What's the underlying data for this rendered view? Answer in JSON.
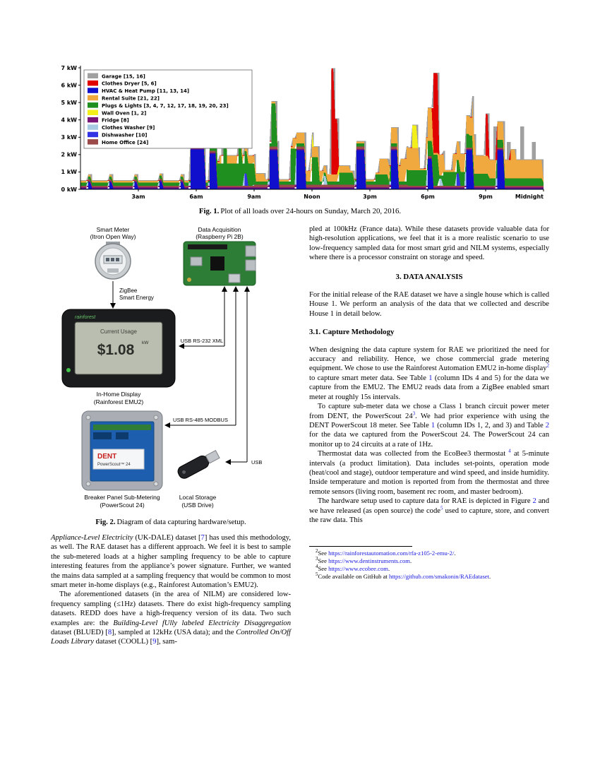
{
  "fig1": {
    "caption_label": "Fig. 1.",
    "caption_text": "Plot of all loads over 24-hours on Sunday, March 20, 2016."
  },
  "chart_data": {
    "type": "area",
    "stacked": true,
    "title": "",
    "xlabel": "",
    "ylabel": "",
    "x_unit": "hour of day",
    "xlim": [
      0,
      24
    ],
    "ylim": [
      0,
      7
    ],
    "grid": false,
    "legend_position": "upper-left",
    "ytick_labels": [
      "0 kW",
      "1 kW",
      "2 kW",
      "3 kW",
      "4 kW",
      "5 kW",
      "6 kW",
      "7 kW"
    ],
    "xticks": [
      {
        "h": 3,
        "label": "3am"
      },
      {
        "h": 6,
        "label": "6am"
      },
      {
        "h": 9,
        "label": "9am"
      },
      {
        "h": 12,
        "label": "Noon"
      },
      {
        "h": 15,
        "label": "3pm"
      },
      {
        "h": 18,
        "label": "6pm"
      },
      {
        "h": 21,
        "label": "9pm"
      },
      {
        "h": 24,
        "label": "Midnight"
      }
    ],
    "series": [
      {
        "name": "Garage [15, 16]",
        "color": "#a0a0a0",
        "base": 0.03,
        "segments": [
          [
            21.4,
            21.6,
            1.9
          ],
          [
            22.1,
            22.3,
            1.0
          ],
          [
            22.8,
            23.0,
            1.9
          ],
          [
            23.4,
            23.6,
            1.0
          ]
        ]
      },
      {
        "name": "Clothes Dryer [5, 6]",
        "color": "#e00000",
        "base": 0,
        "segments": [
          [
            6.0,
            6.2,
            1.3
          ],
          [
            12.95,
            13.2,
            6.1
          ],
          [
            13.2,
            13.35,
            3.2
          ],
          [
            18.3,
            18.55,
            4.6
          ],
          [
            20.95,
            21.15,
            2.4
          ]
        ]
      },
      {
        "name": "HVAC & Heat Pump [11, 13, 14]",
        "color": "#1010cc",
        "base": 0.05,
        "segments": [
          [
            0.35,
            0.55,
            0.35
          ],
          [
            1.5,
            1.7,
            0.35
          ],
          [
            2.75,
            2.95,
            0.35
          ],
          [
            4.05,
            4.3,
            0.4
          ],
          [
            5.2,
            5.4,
            0.35
          ],
          [
            5.65,
            6.45,
            2.25
          ],
          [
            6.7,
            7.1,
            2.0
          ],
          [
            9.75,
            10.25,
            2.2
          ],
          [
            11.2,
            11.65,
            2.2
          ],
          [
            14.3,
            14.75,
            2.2
          ],
          [
            16.1,
            16.45,
            2.2
          ],
          [
            18.0,
            18.3,
            1.7
          ],
          [
            19.95,
            20.35,
            2.2
          ],
          [
            21.6,
            21.95,
            2.2
          ]
        ]
      },
      {
        "name": "Rental Suite [21, 22]",
        "color": "#efa93f",
        "base": 0.1,
        "segments": [
          [
            7.2,
            9.6,
            0.35
          ],
          [
            11.0,
            12.6,
            0.5
          ],
          [
            12.6,
            14.0,
            0.3
          ],
          [
            15.5,
            16.6,
            0.8
          ],
          [
            16.6,
            17.6,
            1.2
          ],
          [
            17.9,
            18.3,
            1.8
          ],
          [
            18.55,
            18.85,
            1.1
          ],
          [
            19.3,
            24.0,
            0.95
          ],
          [
            20.3,
            20.5,
            1.2
          ],
          [
            22.3,
            22.55,
            0.6
          ]
        ]
      },
      {
        "name": "Plugs & Lights [3, 4, 7, 12, 17, 18, 19, 20, 23]",
        "color": "#1f8f1f",
        "base": 0.18,
        "segments": [
          [
            6.9,
            9.1,
            1.1
          ],
          [
            7.35,
            7.6,
            4.9
          ],
          [
            8.15,
            8.4,
            1.2
          ],
          [
            9.9,
            10.2,
            2.3
          ],
          [
            10.9,
            11.15,
            1.9
          ],
          [
            12.0,
            12.35,
            1.4
          ],
          [
            13.4,
            14.2,
            0.5
          ],
          [
            15.3,
            16.0,
            0.4
          ],
          [
            16.9,
            18.25,
            0.7
          ],
          [
            18.3,
            18.55,
            1.6
          ],
          [
            18.8,
            20.2,
            0.6
          ],
          [
            20.2,
            21.2,
            0.5
          ],
          [
            21.2,
            24.0,
            0.25
          ]
        ]
      },
      {
        "name": "Wall Oven [1, 2]",
        "color": "#f2ef1a",
        "base": 0,
        "segments": [
          [
            11.9,
            12.05,
            0.8
          ],
          [
            17.15,
            17.45,
            1.3
          ]
        ]
      },
      {
        "name": "Fridge [8]",
        "color": "#7a1578",
        "base": 0.07,
        "segments": []
      },
      {
        "name": "Clothes Washer [9]",
        "color": "#a8cbe4",
        "base": 0,
        "segments": [
          [
            12.55,
            12.8,
            0.5
          ],
          [
            18.6,
            18.75,
            0.4
          ]
        ]
      },
      {
        "name": "Dishwasher [10]",
        "color": "#3333e6",
        "base": 0,
        "segments": [
          [
            8.45,
            8.7,
            0.7
          ],
          [
            19.5,
            19.7,
            0.7
          ]
        ]
      },
      {
        "name": "Home Office [24]",
        "color": "#9b4a4a",
        "base": 0.09,
        "segments": [
          [
            9.0,
            17.0,
            0.06
          ]
        ]
      }
    ],
    "stack_order": [
      2,
      6,
      9,
      8,
      7,
      4,
      3,
      5,
      1,
      0
    ]
  },
  "fig2": {
    "caption_label": "Fig. 2.",
    "caption_text": "Diagram of data capturing hardware/setup.",
    "diagram": {
      "smart_meter_label_1": "Smart Meter",
      "smart_meter_label_2": "(Itron Open Way)",
      "pi_label_1": "Data Acquisition",
      "pi_label_2": "(Raspberry Pi 2B)",
      "zigbee_label_1": "ZigBee",
      "zigbee_label_2": "Smart Energy",
      "emu2_brand": "rainforest",
      "emu2_screen_title": "Current Usage",
      "emu2_screen_value": "$1.08",
      "emu2_screen_unit": "kW",
      "emu2_label_1": "In-Home Display",
      "emu2_label_2": "(Rainforest EMU2)",
      "usb_rs232_label": "USB RS-232 XML",
      "usb_rs485_label": "USB RS-485 MODBUS",
      "usb_label": "USB",
      "powerscout_brand": "DENT",
      "powerscout_model": "PowerScout™ 24",
      "powerscout_label_1": "Breaker Panel Sub-Metering",
      "powerscout_label_2": "(PowerScout 24)",
      "usb_drive_label_1": "Local Storage",
      "usb_drive_label_2": "(USB Drive)"
    }
  },
  "columns": {
    "left": [
      {
        "type": "p",
        "indent": false,
        "runs": [
          {
            "t": "Appliance-Level Electricity",
            "style": "i"
          },
          {
            "t": " (UK-DALE) dataset ["
          },
          {
            "t": "7",
            "style": "link"
          },
          {
            "t": "] has used this methodology, as well. The RAE dataset has a different approach. We feel it is best to sample the sub-metered loads at a higher sampling frequency to be able to capture interesting features from the appliance’s power signature. Further, we wanted the mains data sampled at a sampling frequency that would be common to most smart meter in-home displays (e.g., Rainforest Automation’s EMU2)."
          }
        ]
      },
      {
        "type": "p",
        "indent": true,
        "runs": [
          {
            "t": "The aforementioned datasets (in the area of NILM) are considered low-frequency sampling (≤1Hz) datasets. There do exist high-frequency sampling datasets. REDD does have a high-frequency version of its data. Two such examples are: the "
          },
          {
            "t": "Building-Level fUlly labeled Electricity Disaggregation",
            "style": "i"
          },
          {
            "t": " dataset (BLUED) ["
          },
          {
            "t": "8",
            "style": "link"
          },
          {
            "t": "], sampled at 12kHz (USA data); and the "
          },
          {
            "t": "Controlled On/Off Loads Library",
            "style": "i"
          },
          {
            "t": " dataset (COOLL) ["
          },
          {
            "t": "9",
            "style": "link"
          },
          {
            "t": "], sam-"
          }
        ]
      }
    ],
    "right": [
      {
        "type": "p",
        "indent": false,
        "runs": [
          {
            "t": "pled at 100kHz (France data). While these datasets provide valuable data for high-resolution applications, we feel that it is a more realistic scenario to use low-frequency sampled data for most smart grid and NILM systems, especially where there is a processor constraint on storage and speed."
          }
        ]
      },
      {
        "type": "h1",
        "text": "3. DATA ANALYSIS"
      },
      {
        "type": "p",
        "indent": false,
        "runs": [
          {
            "t": "For the initial release of the RAE dataset we have a single house which is called House 1. We perform an analysis of the data that we collected and describe House 1 in detail below."
          }
        ]
      },
      {
        "type": "h2",
        "text": "3.1. Capture Methodology"
      },
      {
        "type": "p",
        "indent": false,
        "runs": [
          {
            "t": "When designing the data capture system for RAE we prioritized the need for accuracy and reliability. Hence, we chose commercial grade metering equipment. We chose to use the Rainforest Automation EMU2 in-home display"
          },
          {
            "t": "2",
            "style": "suplink"
          },
          {
            "t": " to capture smart meter data. See Table "
          },
          {
            "t": "1",
            "style": "link"
          },
          {
            "t": " (column IDs 4 and 5) for the data we capture from the EMU2. The EMU2 reads data from a ZigBee enabled smart meter at roughly 15s intervals."
          }
        ]
      },
      {
        "type": "p",
        "indent": true,
        "runs": [
          {
            "t": "To capture sub-meter data we chose a Class 1 branch circuit power meter from DENT, the PowerScout 24"
          },
          {
            "t": "3",
            "style": "suplink"
          },
          {
            "t": ". We had prior experience with using the DENT PowerScout 18 meter. See Table "
          },
          {
            "t": "1",
            "style": "link"
          },
          {
            "t": " (column IDs 1, 2, and 3) and Table "
          },
          {
            "t": "2",
            "style": "link"
          },
          {
            "t": " for the data we captured from the PowerScout 24. The PowerScout 24 can monitor up to 24 circuits at a rate of 1Hz."
          }
        ]
      },
      {
        "type": "p",
        "indent": true,
        "runs": [
          {
            "t": "Thermostat data was collected from the EcoBee3 thermostat "
          },
          {
            "t": "4",
            "style": "suplink"
          },
          {
            "t": " at 5-minute intervals (a product limitation). Data includes set-points, operation mode (heat/cool and stage), outdoor temperature and wind speed, and inside humidity. Inside temperature and motion is reported from from the thermostat and three remote sensors (living room, basement rec room, and master bedroom)."
          }
        ]
      },
      {
        "type": "p",
        "indent": true,
        "runs": [
          {
            "t": "The hardware setup used to capture data for RAE is depicted in Figure "
          },
          {
            "t": "2",
            "style": "link"
          },
          {
            "t": " and we have released (as open source) the code"
          },
          {
            "t": "5",
            "style": "suplink"
          },
          {
            "t": " used to capture, store, and convert the raw data. This"
          }
        ]
      },
      {
        "type": "footnotes",
        "items": [
          {
            "sup": "2",
            "runs": [
              {
                "t": "See "
              },
              {
                "t": "https://rainforestautomation.com/rfa-z105-2-emu-2/",
                "style": "link"
              },
              {
                "t": "."
              }
            ]
          },
          {
            "sup": "3",
            "runs": [
              {
                "t": "See "
              },
              {
                "t": "https://www.dentinstruments.com",
                "style": "link"
              },
              {
                "t": "."
              }
            ]
          },
          {
            "sup": "4",
            "runs": [
              {
                "t": "See "
              },
              {
                "t": "https://www.ecobee.com",
                "style": "link"
              },
              {
                "t": "."
              }
            ]
          },
          {
            "sup": "5",
            "runs": [
              {
                "t": "Code available on GitHub at "
              },
              {
                "t": "https://github.com/smakonin/RAEdataset",
                "style": "link"
              },
              {
                "t": "."
              }
            ]
          }
        ]
      }
    ]
  }
}
